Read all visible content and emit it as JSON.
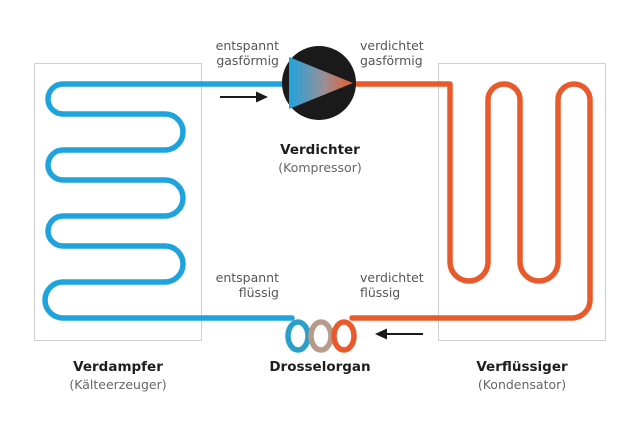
{
  "labels": {
    "compressor_in_line1": "entspannt",
    "compressor_in_line2": "gasförmig",
    "compressor_out_line1": "verdichtet",
    "compressor_out_line2": "gasförmig",
    "throttle_in_line1": "verdichtet",
    "throttle_in_line2": "flüssig",
    "throttle_out_line1": "entspannt",
    "throttle_out_line2": "flüssig"
  },
  "components": {
    "compressor": {
      "name": "Verdichter",
      "subtitle": "(Kompressor)"
    },
    "evaporator": {
      "name": "Verdampfer",
      "subtitle": "(Kälteerzeuger)"
    },
    "throttle": {
      "name": "Drosselorgan"
    },
    "condenser": {
      "name": "Verflüssiger",
      "subtitle": "(Kondensator)"
    }
  },
  "colors": {
    "cold": "#1fa3dd",
    "hot": "#e85a2c",
    "compressor_body": "#1a1a1a",
    "throttle_mid": "#b69a8a",
    "box_border": "#d0d0d0",
    "arrow": "#1a1a1a"
  }
}
